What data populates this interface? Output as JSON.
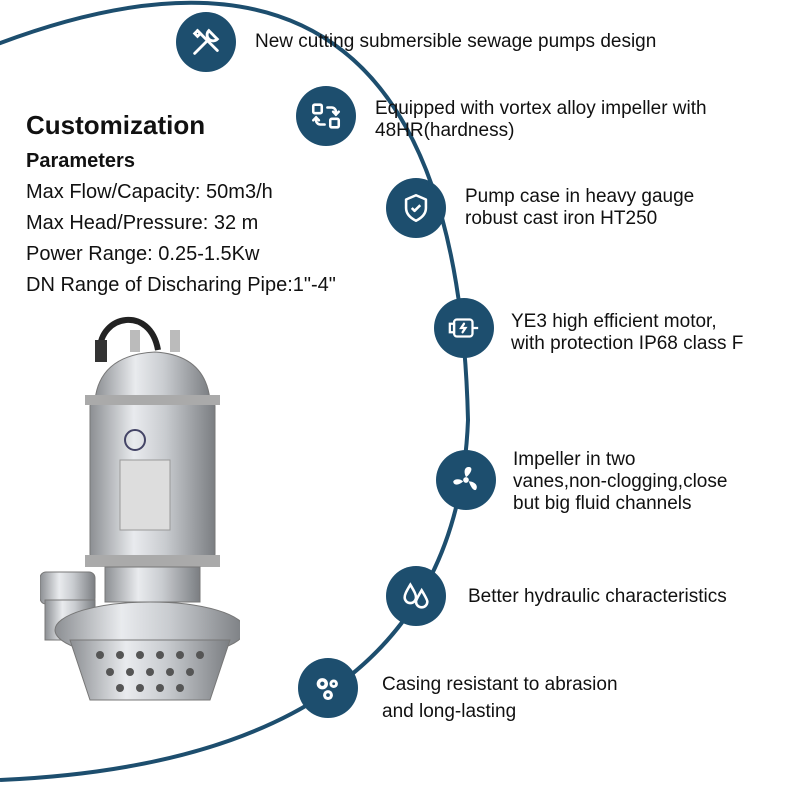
{
  "heading": {
    "title": "Customization",
    "subtitle": "Parameters"
  },
  "parameters": [
    "Max Flow/Capacity: 50m3/h",
    "Max Head/Pressure:  32 m",
    "Power Range: 0.25-1.5Kw",
    "DN Range of Discharing Pipe:1\"-4\""
  ],
  "features": [
    {
      "icon": "tools-icon",
      "lines": [
        "New cutting submersible sewage pumps design"
      ]
    },
    {
      "icon": "cycle-icon",
      "lines": [
        "Equipped with vortex alloy impeller with",
        "48HR(hardness)"
      ]
    },
    {
      "icon": "shield-check-icon",
      "lines": [
        "Pump case in heavy gauge",
        "robust cast iron HT250"
      ]
    },
    {
      "icon": "motor-icon",
      "lines": [
        "YE3 high efficient motor,",
        "with protection IP68 class F"
      ]
    },
    {
      "icon": "fan-icon",
      "lines": [
        "Impeller in two",
        "vanes,non-clogging,close",
        "but big fluid channels"
      ]
    },
    {
      "icon": "droplets-icon",
      "lines": [
        "Better hydraulic characteristics"
      ]
    },
    {
      "icon": "gears-icon",
      "lines": [
        "Casing resistant to abrasion",
        "and long-lasting"
      ]
    }
  ],
  "colors": {
    "accent": "#1d4e6e"
  }
}
